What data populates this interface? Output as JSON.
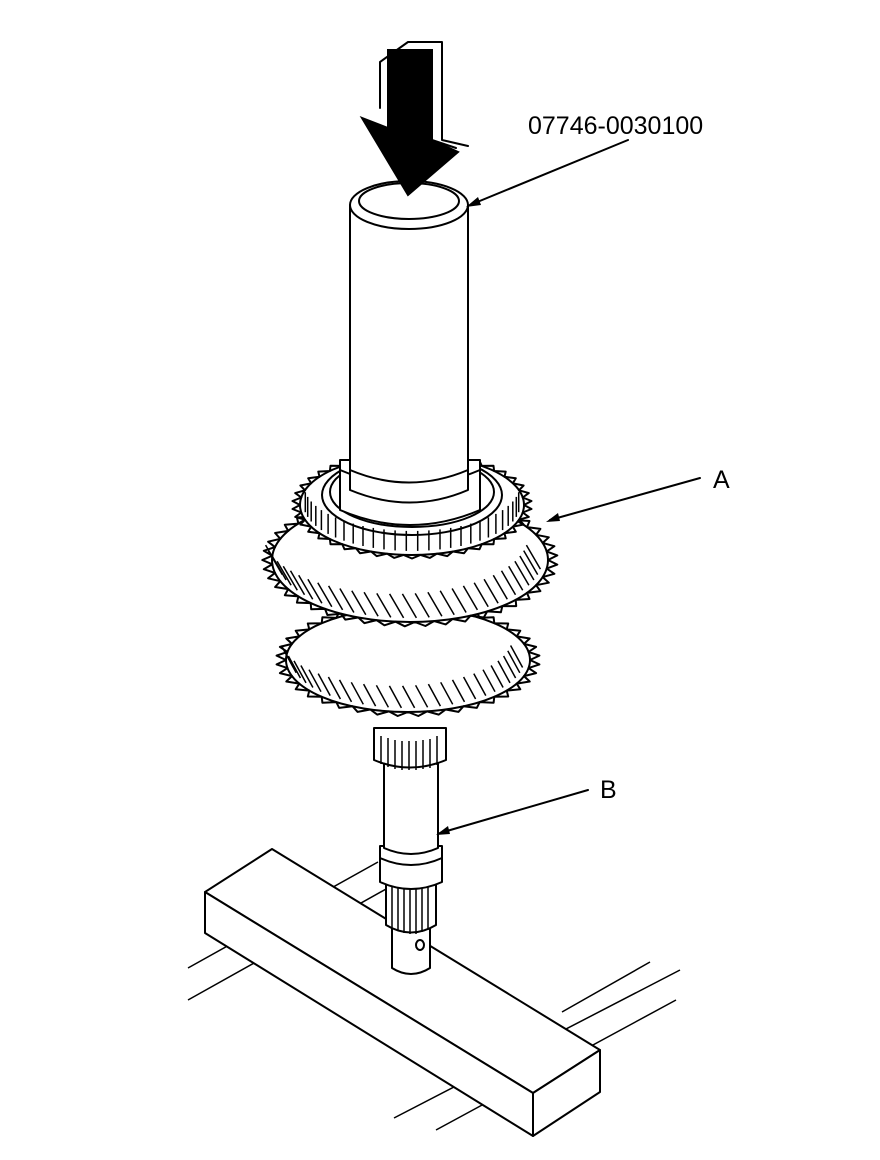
{
  "figure": {
    "labels": {
      "tool_part_number": "07746-0030100",
      "gear_label": "A",
      "shaft_label": "B"
    }
  }
}
